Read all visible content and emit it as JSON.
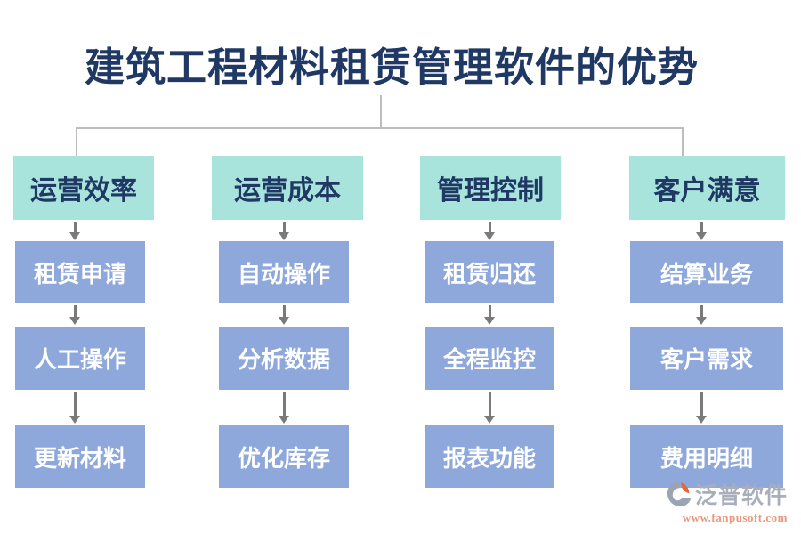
{
  "title": {
    "text": "建筑工程材料租赁管理软件的优势"
  },
  "columns": [
    {
      "header": "运营效率",
      "items": [
        "租赁申请",
        "人工操作",
        "更新材料"
      ]
    },
    {
      "header": "运营成本",
      "items": [
        "自动操作",
        "分析数据",
        "优化库存"
      ]
    },
    {
      "header": "管理控制",
      "items": [
        "租赁归还",
        "全程监控",
        "报表功能"
      ]
    },
    {
      "header": "客户满意",
      "items": [
        "结算业务",
        "客户需求",
        "费用明细"
      ]
    }
  ],
  "watermark": {
    "brand": "泛普软件",
    "url": "www.fanpusoft.com",
    "icon": "fanpu-logo-icon"
  },
  "colors": {
    "title_text": "#1f3864",
    "header_bg": "#a8e4dc",
    "header_text": "#1f3864",
    "item_bg": "#8fa8db",
    "item_text": "#ffffff",
    "connector_line": "#bdbdbd",
    "arrow": "#7a7a7a",
    "brand_text": "#a9aebb",
    "brand_url": "#e9987d"
  }
}
